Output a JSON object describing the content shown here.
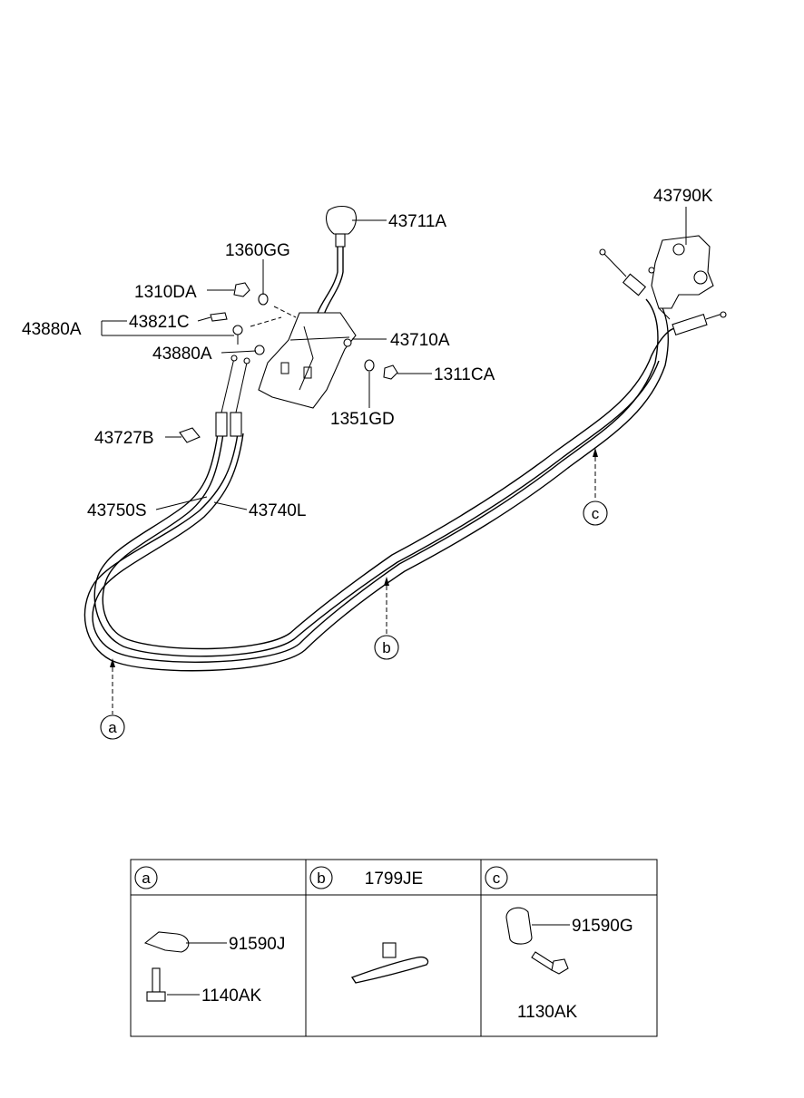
{
  "labels": {
    "knob": "43711A",
    "washer_top": "1360GG",
    "nut_left": "1310DA",
    "assy_left": "43880A",
    "pin": "43821C",
    "assy_left_2": "43880A",
    "shifter": "43710A",
    "nut_right": "1311CA",
    "washer_bottom": "1351GD",
    "clip": "43727B",
    "cable_select": "43750S",
    "cable_shift": "43740L",
    "bracket": "43790K"
  },
  "callouts": {
    "a": "a",
    "b": "b",
    "c": "c"
  },
  "table": {
    "col_a": {
      "tag": "a",
      "title": "",
      "part1": "91590J",
      "part2": "1140AK"
    },
    "col_b": {
      "tag": "b",
      "title": "1799JE"
    },
    "col_c": {
      "tag": "c",
      "title": "",
      "part1": "91590G",
      "part2": "1130AK"
    }
  }
}
